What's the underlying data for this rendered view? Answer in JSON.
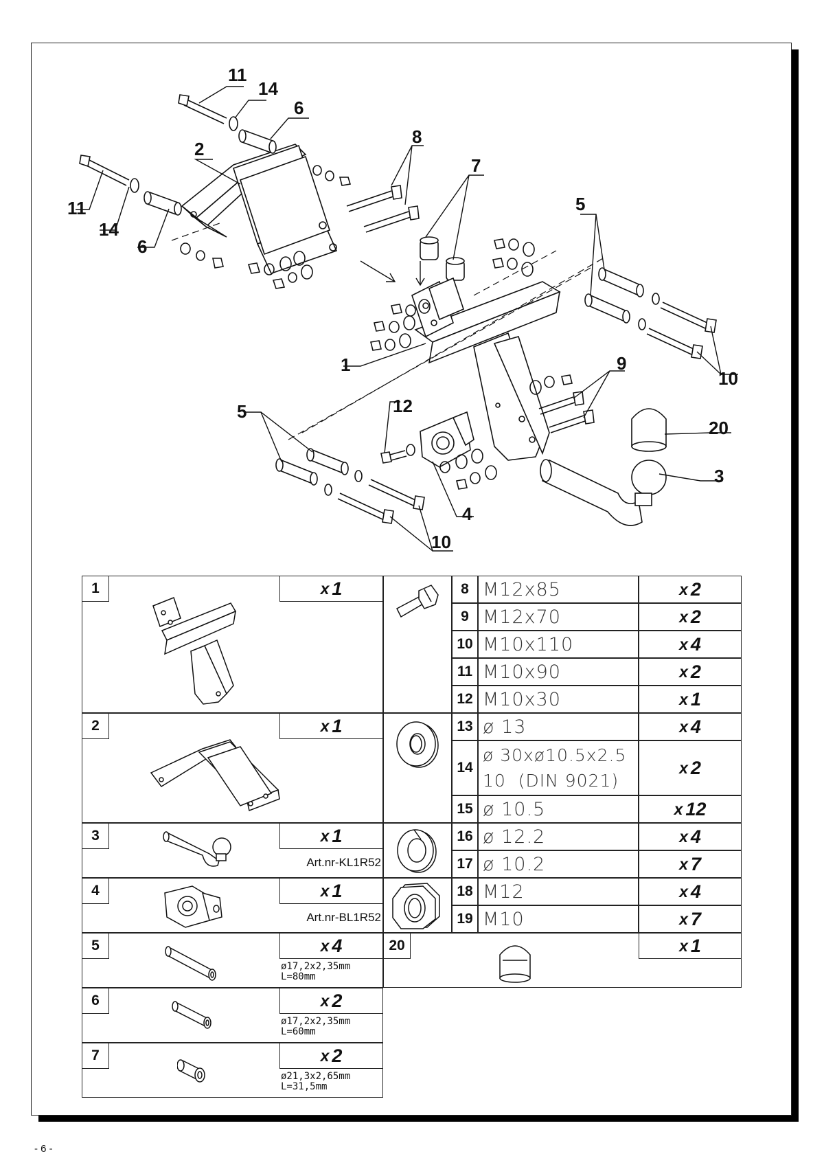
{
  "page": {
    "page_number": "- 6 -"
  },
  "callouts": [
    "11",
    "14",
    "6",
    "2",
    "8",
    "11",
    "14",
    "6",
    "7",
    "5",
    "1",
    "9",
    "10",
    "12",
    "20",
    "5",
    "3",
    "4",
    "10"
  ],
  "parts_left": [
    {
      "num": "1",
      "qty": "1",
      "art": "",
      "dims": ""
    },
    {
      "num": "2",
      "qty": "1",
      "art": "",
      "dims": ""
    },
    {
      "num": "3",
      "qty": "1",
      "art": "Art.nr-KL1R52",
      "dims": ""
    },
    {
      "num": "4",
      "qty": "1",
      "art": "Art.nr-BL1R52",
      "dims": ""
    },
    {
      "num": "5",
      "qty": "4",
      "art": "",
      "dims": "ø17,2x2,35mm\nL=80mm"
    },
    {
      "num": "6",
      "qty": "2",
      "art": "",
      "dims": "ø17,2x2,35mm\nL=60mm"
    },
    {
      "num": "7",
      "qty": "2",
      "art": "",
      "dims": "ø21,3x2,65mm\nL=31,5mm"
    }
  ],
  "parts_right": [
    {
      "num": "8",
      "spec": "M12x85",
      "qty": "2"
    },
    {
      "num": "9",
      "spec": "M12x70",
      "qty": "2"
    },
    {
      "num": "10",
      "spec": "M10x110",
      "qty": "4"
    },
    {
      "num": "11",
      "spec": "M10x90",
      "qty": "2"
    },
    {
      "num": "12",
      "spec": "M10x30",
      "qty": "1"
    },
    {
      "num": "13",
      "spec": "ø 13",
      "qty": "4"
    },
    {
      "num": "14",
      "spec": "ø 30xø10.5x2.5",
      "spec2": "10  (DIN 9021)",
      "qty": "2"
    },
    {
      "num": "15",
      "spec": "ø 10.5",
      "qty": "12"
    },
    {
      "num": "16",
      "spec": "ø 12.2",
      "qty": "4"
    },
    {
      "num": "17",
      "spec": "ø 10.2",
      "qty": "7"
    },
    {
      "num": "18",
      "spec": "M12",
      "qty": "4"
    },
    {
      "num": "19",
      "spec": "M10",
      "qty": "7"
    },
    {
      "num": "20",
      "spec": "",
      "qty": "1"
    }
  ],
  "qty_prefix": "x"
}
